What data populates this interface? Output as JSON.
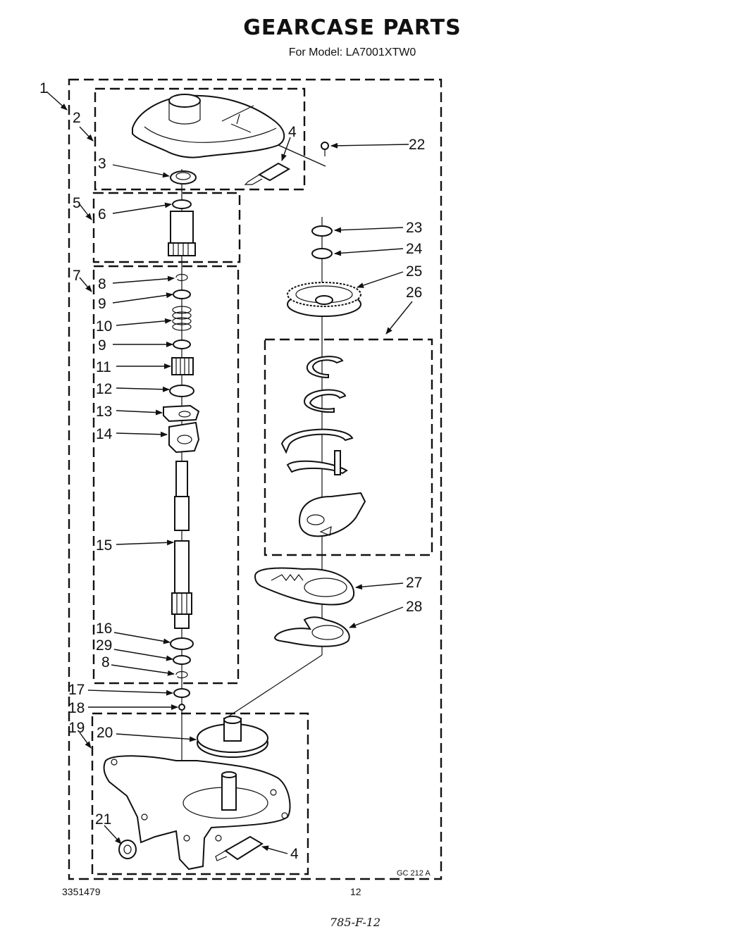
{
  "header": {
    "title": "GEARCASE PARTS",
    "subtitle": "For Model: LA7001XTW0"
  },
  "footer": {
    "doc_number": "3351479",
    "page_number": "12",
    "figure_code": "GC 212 A",
    "handwritten_note": "785-F-12"
  },
  "callouts": [
    "1",
    "2",
    "3",
    "4",
    "5",
    "6",
    "7",
    "8",
    "9",
    "10",
    "9",
    "11",
    "12",
    "13",
    "14",
    "15",
    "16",
    "29",
    "8",
    "17",
    "18",
    "19",
    "20",
    "21",
    "4",
    "22",
    "23",
    "24",
    "25",
    "26",
    "27",
    "28"
  ]
}
